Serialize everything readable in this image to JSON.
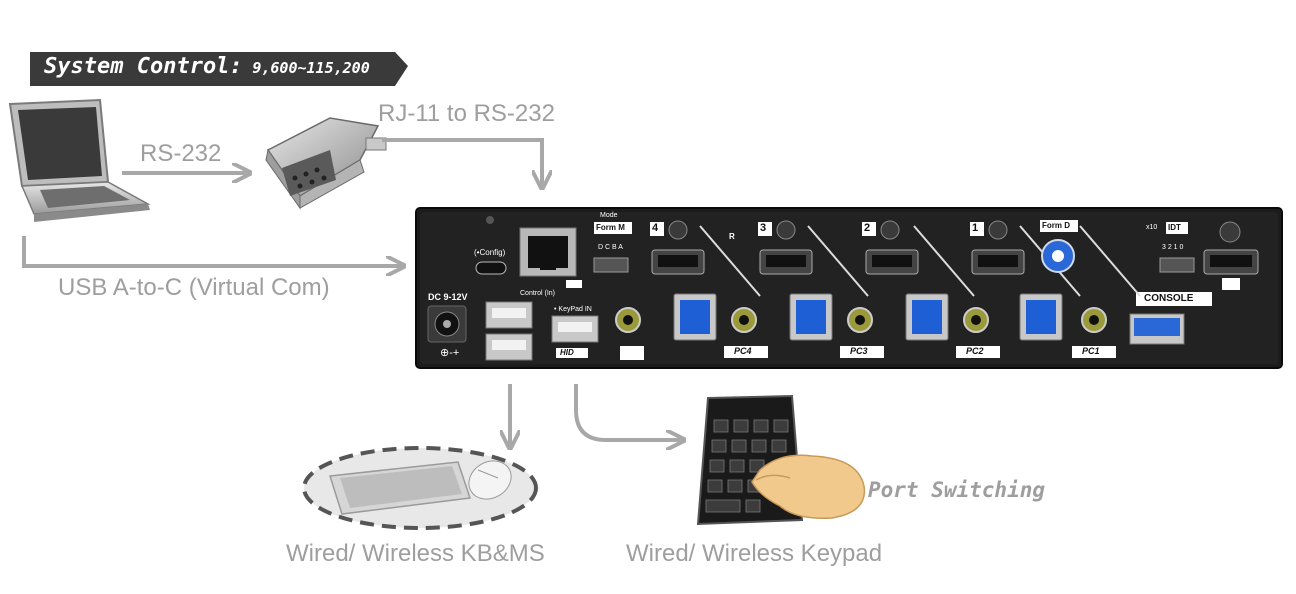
{
  "banner": {
    "title": "System Control:",
    "baud_range": "9,600~115,200"
  },
  "labels": {
    "rs232": "RS-232",
    "rj11_to_rs232": "RJ-11 to RS-232",
    "usb_a_to_c": "USB A-to-C (Virtual Com)",
    "wired_wireless_kbms": "Wired/ Wireless KB&MS",
    "wired_wireless_keypad": "Wired/ Wireless Keypad",
    "port_switching": "Port Switching"
  },
  "device": {
    "dc_label": "DC 9-12V",
    "config_label": "(•Config)",
    "control_label": "Control (In)",
    "mode_label": "Mode",
    "form_m_label": "Form M",
    "form_d_label": "Form D",
    "dip_letters": "D C B A",
    "dip_numbers": "3 2 1 0",
    "x10_label": "x10",
    "idt_label": "IDT",
    "keypad_in_label": "• KeyPad IN",
    "hid_label": "HID",
    "console_label": "CONSOLE",
    "r_label": "R",
    "port_numbers": [
      "4",
      "3",
      "2",
      "1"
    ],
    "port_tags": [
      "PC4",
      "PC3",
      "PC2",
      "PC1"
    ]
  },
  "colors": {
    "arrow": "#a8a8a8",
    "panel": "#1c1c1c",
    "usb_blue": "#1f5fd6",
    "banner_bg": "#3a3a3a"
  }
}
